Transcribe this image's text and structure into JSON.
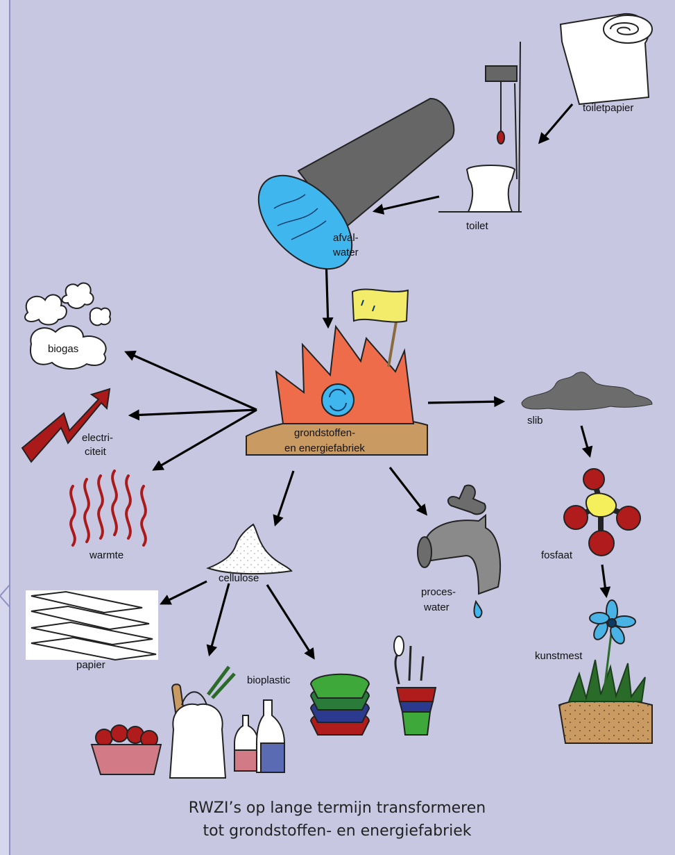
{
  "colors": {
    "background": "#c7c7e2",
    "frame_border": "#8f8fc4",
    "factory": "#ef6c4a",
    "ground": "#c99a62",
    "water": "#3fb6ee",
    "pipe": "#666666",
    "flag": "#f2ec6a",
    "sludge": "#6c6c6c",
    "heat": "#aa1a1a",
    "phosphate_red": "#b01c1c",
    "phosphate_yellow": "#f5ef5c",
    "flower": "#4ab3e6",
    "grass": "#2a6b2a"
  },
  "labels": {
    "toiletpapier": "toiletpapier",
    "toilet": "toilet",
    "afvalwater_1": "afval-",
    "afvalwater_2": "water",
    "biogas": "biogas",
    "electriciteit_1": "electri-",
    "electriciteit_2": "citeit",
    "warmte": "warmte",
    "fabriek_1": "grondstoffen-",
    "fabriek_2": "en energiefabriek",
    "slib": "slib",
    "fosfaat": "fosfaat",
    "kunstmest": "kunstmest",
    "cellulose": "cellulose",
    "proceswater_1": "proces-",
    "proceswater_2": "water",
    "papier": "papier",
    "bioplastic": "bioplastic"
  },
  "caption": {
    "line1": "RWZI’s op lange termijn transformeren",
    "line2": "tot grondstoffen- en energiefabriek"
  },
  "icons": [
    "toilet-paper-icon",
    "toilet-icon",
    "wastewater-pipe-icon",
    "factory-icon",
    "recycle-icon",
    "flag-icon",
    "biogas-cloud-icon",
    "electricity-arrow-icon",
    "heat-waves-icon",
    "sludge-icon",
    "phosphate-molecule-icon",
    "fertilizer-plant-icon",
    "cellulose-pile-icon",
    "tap-icon",
    "paper-sheets-icon",
    "fruit-basket-icon",
    "shopping-bag-icon",
    "bottles-icon",
    "plates-icon",
    "cups-icon"
  ]
}
